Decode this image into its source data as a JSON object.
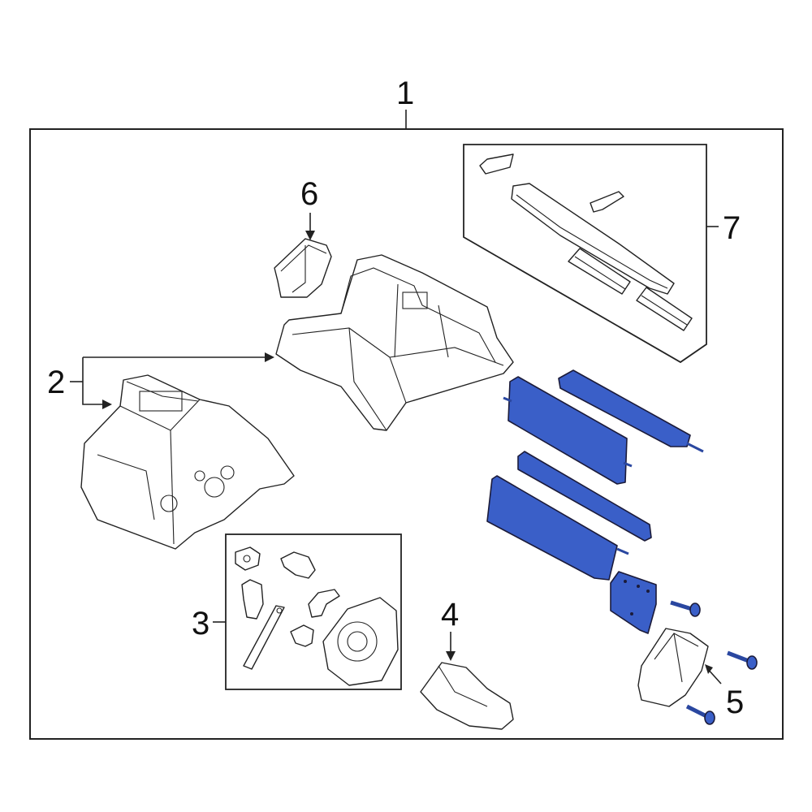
{
  "diagram": {
    "callouts": {
      "c1": "1",
      "c2": "2",
      "c3": "3",
      "c4": "4",
      "c5": "5",
      "c6": "6",
      "c7": "7"
    },
    "colors": {
      "highlight": "#3a5fc8",
      "highlight_dark": "#2a47a0",
      "line": "#222222",
      "background": "#ffffff"
    }
  }
}
